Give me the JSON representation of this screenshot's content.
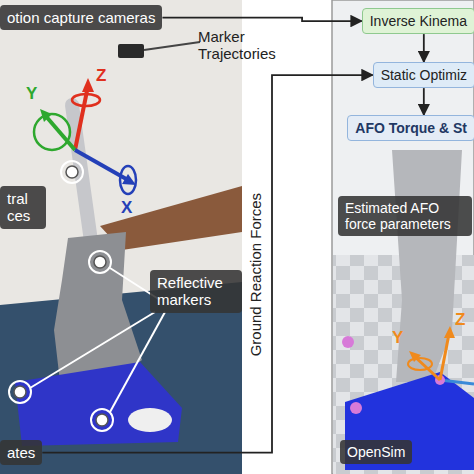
{
  "diagram": {
    "nodes": [
      {
        "text": [
          "otion capture cameras"
        ]
      },
      {
        "text": [
          "Inverse Kinema"
        ]
      },
      {
        "text": [
          "Static Optimiz"
        ]
      },
      {
        "text": [
          "AFO Torque & St"
        ]
      },
      {
        "text": [
          "tral ces"
        ]
      },
      {
        "text": [
          "Reflective markers"
        ]
      },
      {
        "text": [
          "ates"
        ]
      },
      {
        "text": [
          "Estimated AFO force parameters"
        ]
      },
      {
        "text": [
          "OpenSim"
        ]
      }
    ],
    "edges": [
      {
        "from": 0,
        "to": 1,
        "label": "Marker Trajectories",
        "arrow": "to"
      },
      {
        "from": 1,
        "to": 2,
        "arrow": "to"
      },
      {
        "from": 2,
        "to": 3,
        "arrow": "to"
      },
      {
        "from": 6,
        "to": 2,
        "label": "Ground Reaction Forces",
        "arrow": "to"
      }
    ],
    "labels": [
      "Y",
      "Z",
      "X",
      "Z",
      "Y"
    ]
  }
}
